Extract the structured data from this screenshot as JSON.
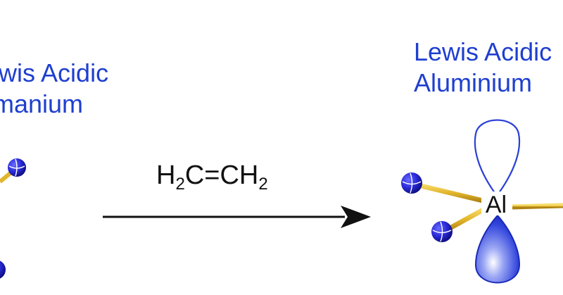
{
  "left_species": {
    "line1": "ewis Acidic",
    "line2": "rmanium"
  },
  "right_species": {
    "line1": "Lewis Acidic",
    "line2": "Aluminium",
    "center_atom": "Al"
  },
  "reaction": {
    "reagent_prefix": "H",
    "sub1": "2",
    "reagent_middle": "C=CH",
    "sub2": "2"
  },
  "colors": {
    "label_blue": "#1f3fd0",
    "atom_blue": "#2a2ad8",
    "bond_gold": "#e2b52c",
    "orbital_blue": "#2a3fd8"
  }
}
